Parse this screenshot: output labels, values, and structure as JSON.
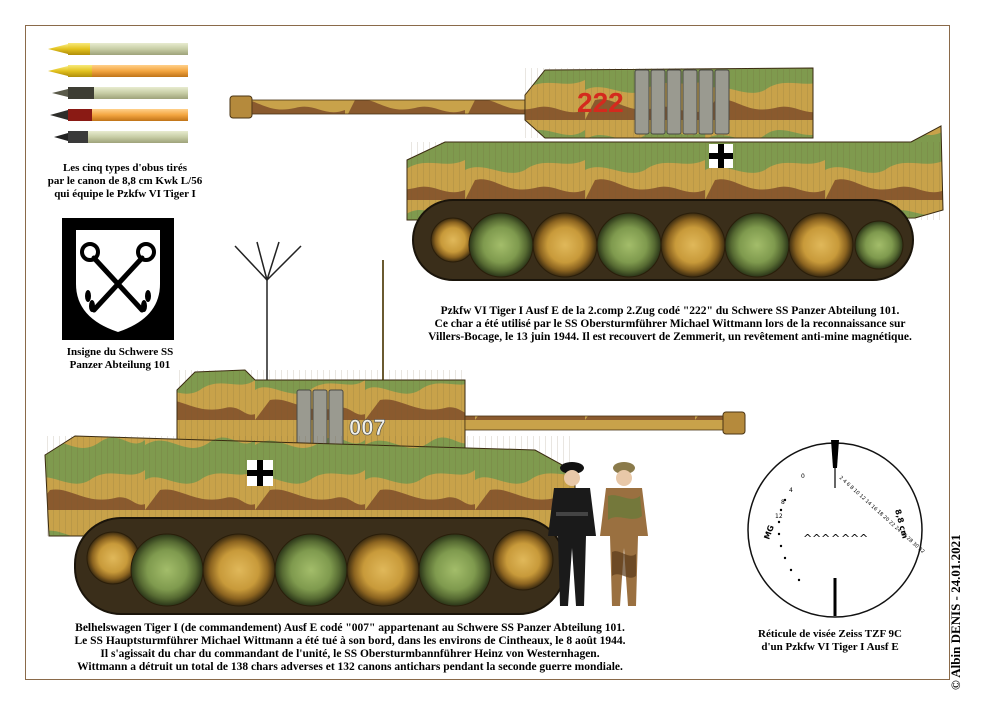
{
  "shells_caption": [
    "Les cinq types d'obus tirés",
    "par le canon de 8,8 cm Kwk L/56",
    "qui équipe le Pzkfw VI Tiger I"
  ],
  "insignia_caption": [
    "Insigne du Schwere SS",
    "Panzer Abteilung 101"
  ],
  "tank1": {
    "marking": "222",
    "caption": [
      "Pzkfw VI Tiger I Ausf E de la 2.comp 2.Zug  codé \"222\" du Schwere SS Panzer Abteilung 101.",
      "Ce char a été utilisé par le SS Obersturmführer Michael Wittmann lors de la reconnaissance sur",
      "Villers-Bocage, le 13 juin 1944. Il est recouvert de Zemmerit, un revêtement anti-mine magnétique."
    ]
  },
  "tank2": {
    "marking": "007",
    "caption": [
      "Belhelswagen Tiger I (de commandement) Ausf E codé \"007\" appartenant au Schwere SS Panzer Abteilung 101.",
      "Le SS Hauptsturmführer Michael Wittmann a été tué à son bord, dans les environs de Cintheaux, le 8 août 1944.",
      "Il s'agissait du char du commandant de l'unité, le SS Obersturmbannführer Heinz von Westernhagen.",
      "Wittmann a détruit un total de 138 chars adverses et 132 canons antichars pendant la seconde guerre mondiale."
    ]
  },
  "reticle": {
    "label_mg": "MG",
    "label_caliber": "8,8 cm",
    "range_left": [
      "0",
      "4",
      "8",
      "12"
    ],
    "range_right": "2 4 6 8 10 12 14 16 18 20 22 24 26 28 30 32",
    "caption": [
      "Réticule de visée Zeiss TZF 9C",
      "d'un Pzkfw VI Tiger I Ausf E"
    ]
  },
  "copyright": "© Albin DENIS - 24.01.2021",
  "colors": {
    "camo_tan": "#c8a24a",
    "camo_green": "#7f9a4e",
    "camo_brown": "#8a5a2e",
    "marking_red": "#d42a1e",
    "frame": "#8a6a4a"
  }
}
